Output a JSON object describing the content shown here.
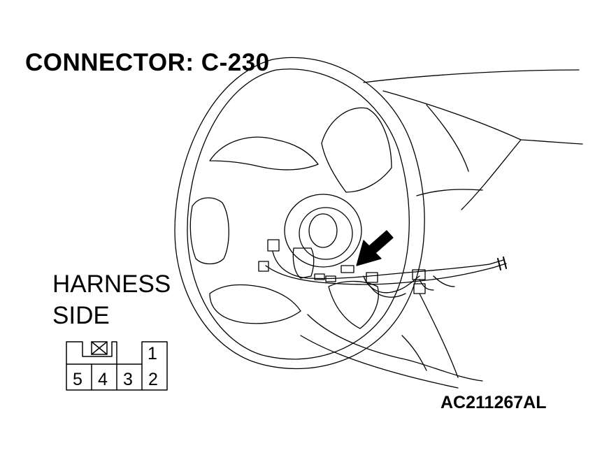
{
  "title": "CONNECTOR: C-230",
  "harness_label_line1": "HARNESS",
  "harness_label_line2": "SIDE",
  "figure_code": "AC211267AL",
  "connector": {
    "top_row": [
      "",
      "",
      "1"
    ],
    "bottom_row": [
      "5",
      "4",
      "3",
      "2"
    ],
    "blocked_cavity": "crossed-box"
  },
  "colors": {
    "line": "#000000",
    "background": "#ffffff"
  }
}
